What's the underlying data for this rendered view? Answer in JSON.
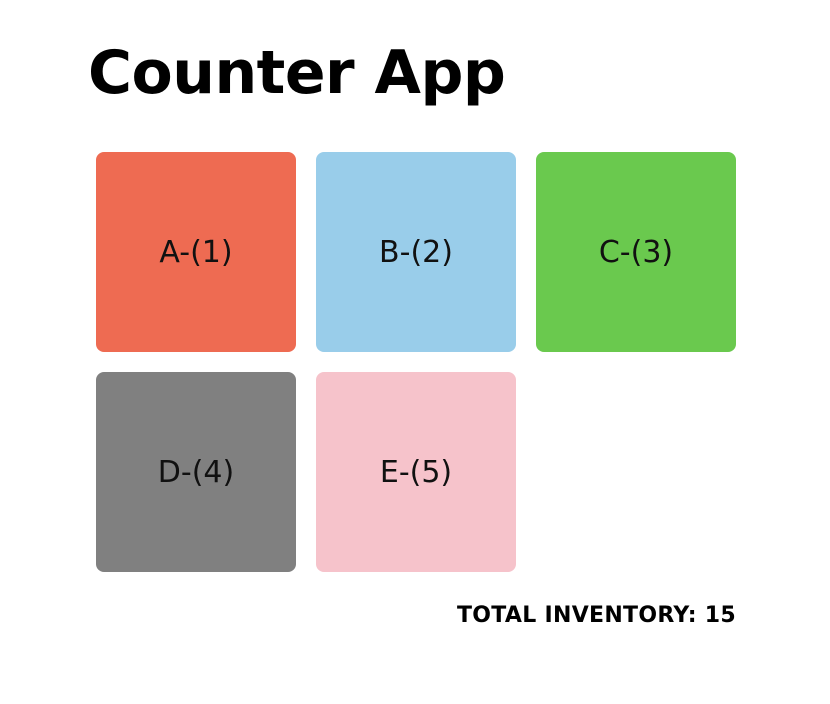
{
  "header": {
    "title": "Counter App"
  },
  "counters": [
    {
      "label": "A-(1)",
      "color": "#ee6b52"
    },
    {
      "label": "B-(2)",
      "color": "#99cdea"
    },
    {
      "label": "C-(3)",
      "color": "#6ac94e"
    },
    {
      "label": "D-(4)",
      "color": "#808080"
    },
    {
      "label": "E-(5)",
      "color": "#f6c3cb"
    }
  ],
  "footer": {
    "total_text": "TOTAL INVENTORY: 15"
  }
}
